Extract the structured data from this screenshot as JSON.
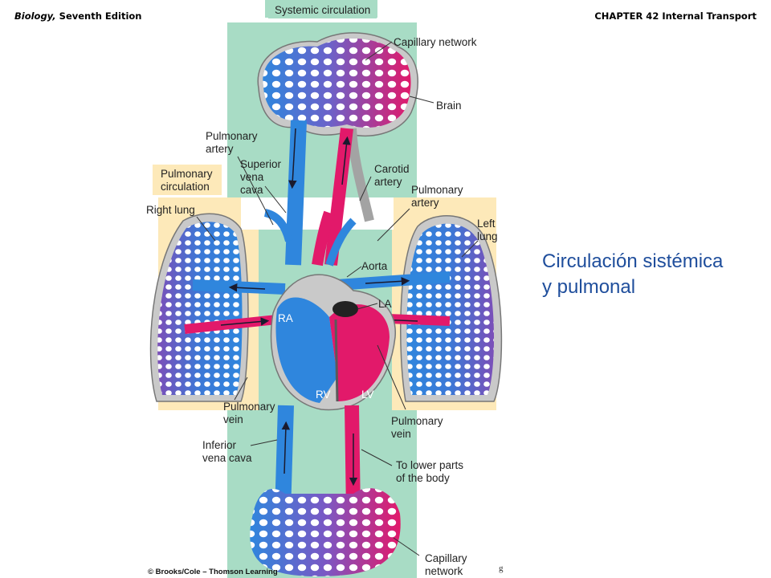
{
  "header": {
    "book_title": "Biology,",
    "edition": " Seventh Edition",
    "chapter": "CHAPTER 42 Internal Transport"
  },
  "slide_title": "Circulación sistémica\n y pulmonal",
  "copyright": "© Brooks/Cole – Thomson Learning",
  "stray_mark": "g",
  "labels": {
    "systemic_circulation": "Systemic circulation",
    "capillary_network_top": "Capillary network",
    "brain": "Brain",
    "pulmonary_artery_left": "Pulmonary\nartery",
    "superior_vena_cava": "Superior\nvena\ncava",
    "carotid_artery": "Carotid\nartery",
    "pulmonary_circulation": "Pulmonary\ncirculation",
    "right_lung": "Right lung",
    "pulmonary_artery_right": "Pulmonary\nartery",
    "left_lung": "Left\nlung",
    "aorta": "Aorta",
    "la": "LA",
    "ra": "RA",
    "rv": "RV",
    "lv": "LV",
    "pulmonary_vein_left": "Pulmonary\nvein",
    "pulmonary_vein_right": "Pulmonary\nvein",
    "inferior_vena_cava": "Inferior\nvena cava",
    "to_lower_parts": "To lower parts\nof the body",
    "capillary_network_bottom": "Capillary\nnetwork"
  },
  "colors": {
    "oxygenated": "#e2196a",
    "deoxygenated": "#2f86dd",
    "systemic_bg": "#a8dcc5",
    "pulmonary_bg": "#fde9b9",
    "title_text": "#1f4e9c"
  }
}
